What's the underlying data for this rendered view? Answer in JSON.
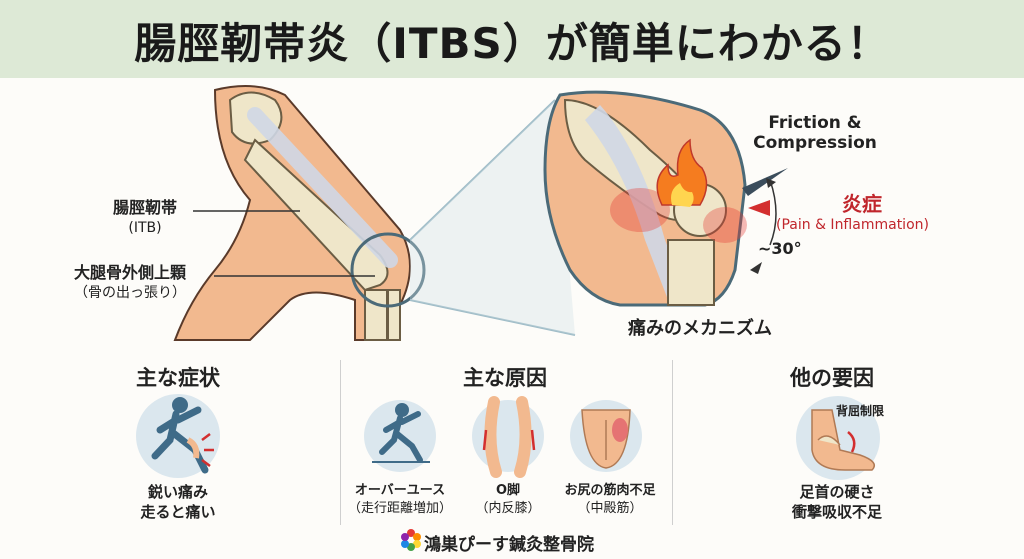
{
  "title": "腸脛靭帯炎（ITBS）が簡単にわかる！",
  "anatomy": {
    "itb_label_1": "腸脛靭帯",
    "itb_label_2": "(ITB)",
    "condyle_label_1": "大腿骨外側上顆",
    "condyle_label_2": "（骨の出っ張り）"
  },
  "mechanism": {
    "friction_1": "Friction &",
    "friction_2": "Compression",
    "inflammation": "炎症",
    "inflammation_en": "(Pain & Inflammation)",
    "angle": "~30°",
    "caption": "痛みのメカニズム"
  },
  "sections": {
    "symptoms": {
      "heading": "主な症状",
      "caption_1": "鋭い痛み",
      "caption_2": "走ると痛い"
    },
    "causes": {
      "heading": "主な原因",
      "items": [
        {
          "label": "オーバーユース",
          "sub": "（走行距離増加）"
        },
        {
          "label": "O脚",
          "sub": "（内反膝）"
        },
        {
          "label": "お尻の筋肉不足",
          "sub": "（中殿筋）"
        }
      ]
    },
    "other": {
      "heading": "他の要因",
      "badge": "背屈制限",
      "caption_1": "足首の硬さ",
      "caption_2": "衝撃吸収不足"
    }
  },
  "footer": {
    "clinic": "鴻巣ぴーす鍼灸整骨院"
  },
  "colors": {
    "header_bg": "#dde9d6",
    "skin": "#f2b98f",
    "bone": "#efe6c9",
    "red": "#c0262c",
    "icon_bg": "#dbe7ee"
  }
}
